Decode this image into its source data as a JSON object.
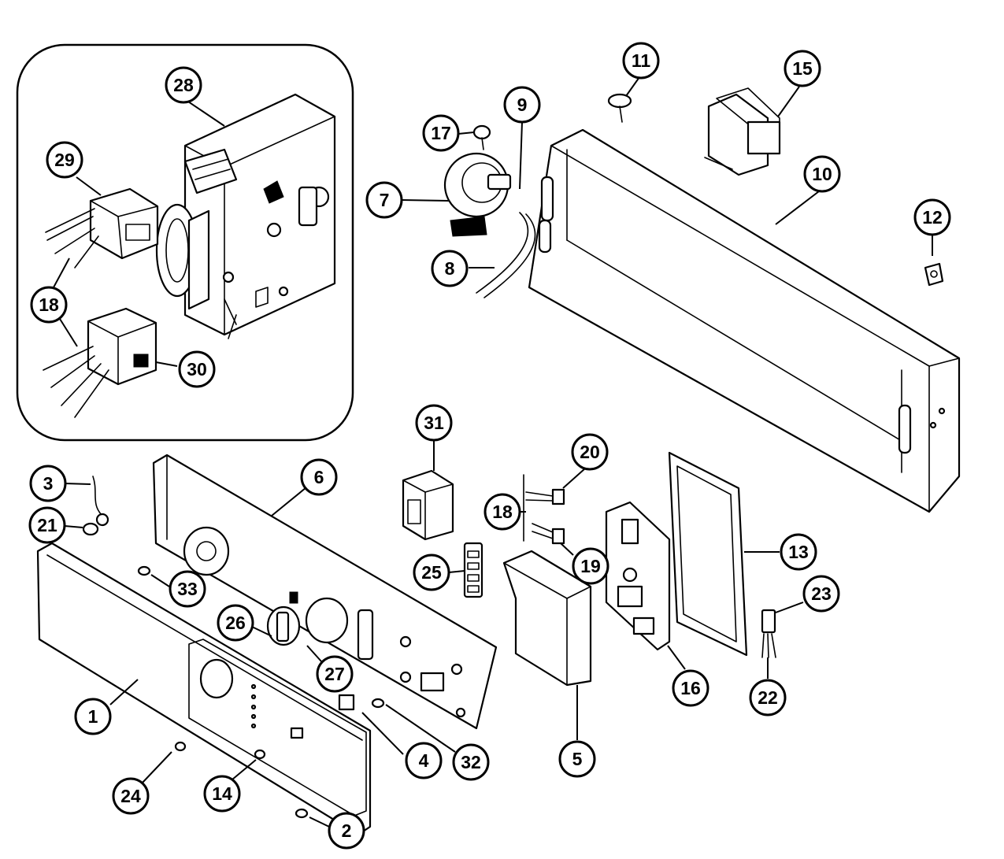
{
  "diagram": {
    "callouts": [
      {
        "id": "1",
        "label": "1"
      },
      {
        "id": "2",
        "label": "2"
      },
      {
        "id": "3",
        "label": "3"
      },
      {
        "id": "4",
        "label": "4"
      },
      {
        "id": "5",
        "label": "5"
      },
      {
        "id": "6",
        "label": "6"
      },
      {
        "id": "7",
        "label": "7"
      },
      {
        "id": "8",
        "label": "8"
      },
      {
        "id": "9",
        "label": "9"
      },
      {
        "id": "10",
        "label": "10"
      },
      {
        "id": "11",
        "label": "11"
      },
      {
        "id": "12",
        "label": "12"
      },
      {
        "id": "13",
        "label": "13"
      },
      {
        "id": "14",
        "label": "14"
      },
      {
        "id": "15",
        "label": "15"
      },
      {
        "id": "16",
        "label": "16"
      },
      {
        "id": "17",
        "label": "17"
      },
      {
        "id": "18a",
        "label": "18"
      },
      {
        "id": "18b",
        "label": "18"
      },
      {
        "id": "19",
        "label": "19"
      },
      {
        "id": "20",
        "label": "20"
      },
      {
        "id": "21",
        "label": "21"
      },
      {
        "id": "22",
        "label": "22"
      },
      {
        "id": "23",
        "label": "23"
      },
      {
        "id": "24",
        "label": "24"
      },
      {
        "id": "25",
        "label": "25"
      },
      {
        "id": "26",
        "label": "26"
      },
      {
        "id": "27",
        "label": "27"
      },
      {
        "id": "28",
        "label": "28"
      },
      {
        "id": "29",
        "label": "29"
      },
      {
        "id": "30",
        "label": "30"
      },
      {
        "id": "31",
        "label": "31"
      },
      {
        "id": "32",
        "label": "32"
      },
      {
        "id": "33",
        "label": "33"
      }
    ]
  }
}
